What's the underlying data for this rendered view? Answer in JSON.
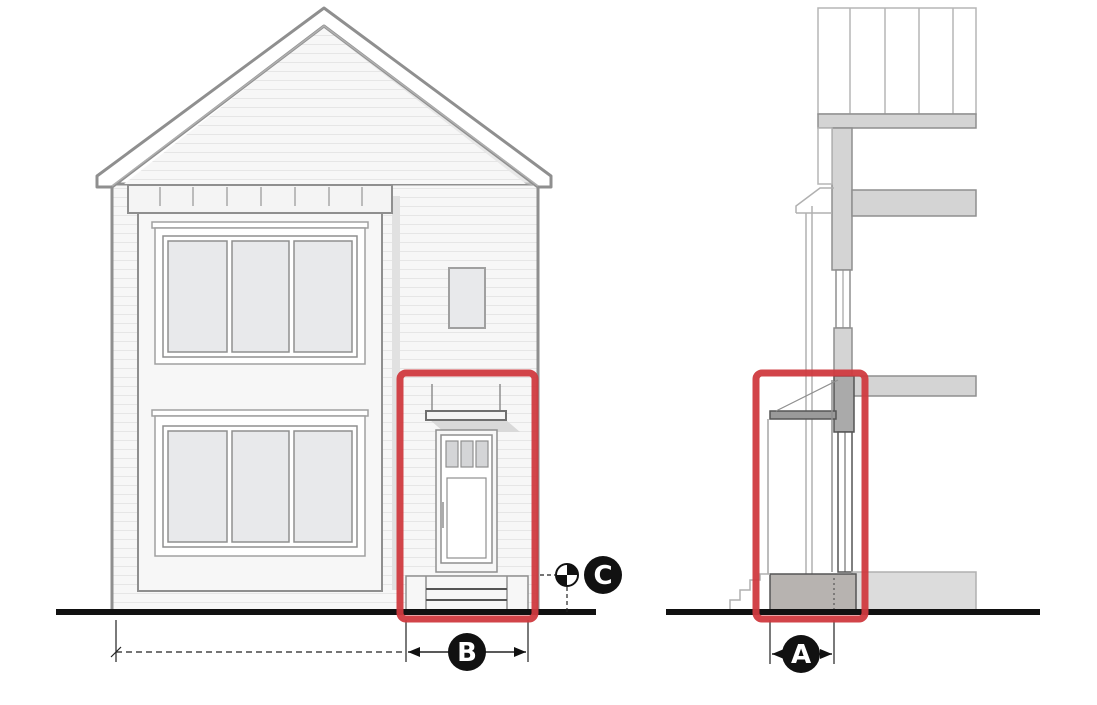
{
  "markers": {
    "a": "A",
    "b": "B",
    "c": "C"
  },
  "colors": {
    "highlight": "#d03a3f",
    "line": "#8f8f8f",
    "fill_light": "#f2f2f2",
    "glass": "#e8e9eb",
    "structure": "#d4d4d4",
    "foundation": "#b7b3b0",
    "ground": "#111111"
  }
}
